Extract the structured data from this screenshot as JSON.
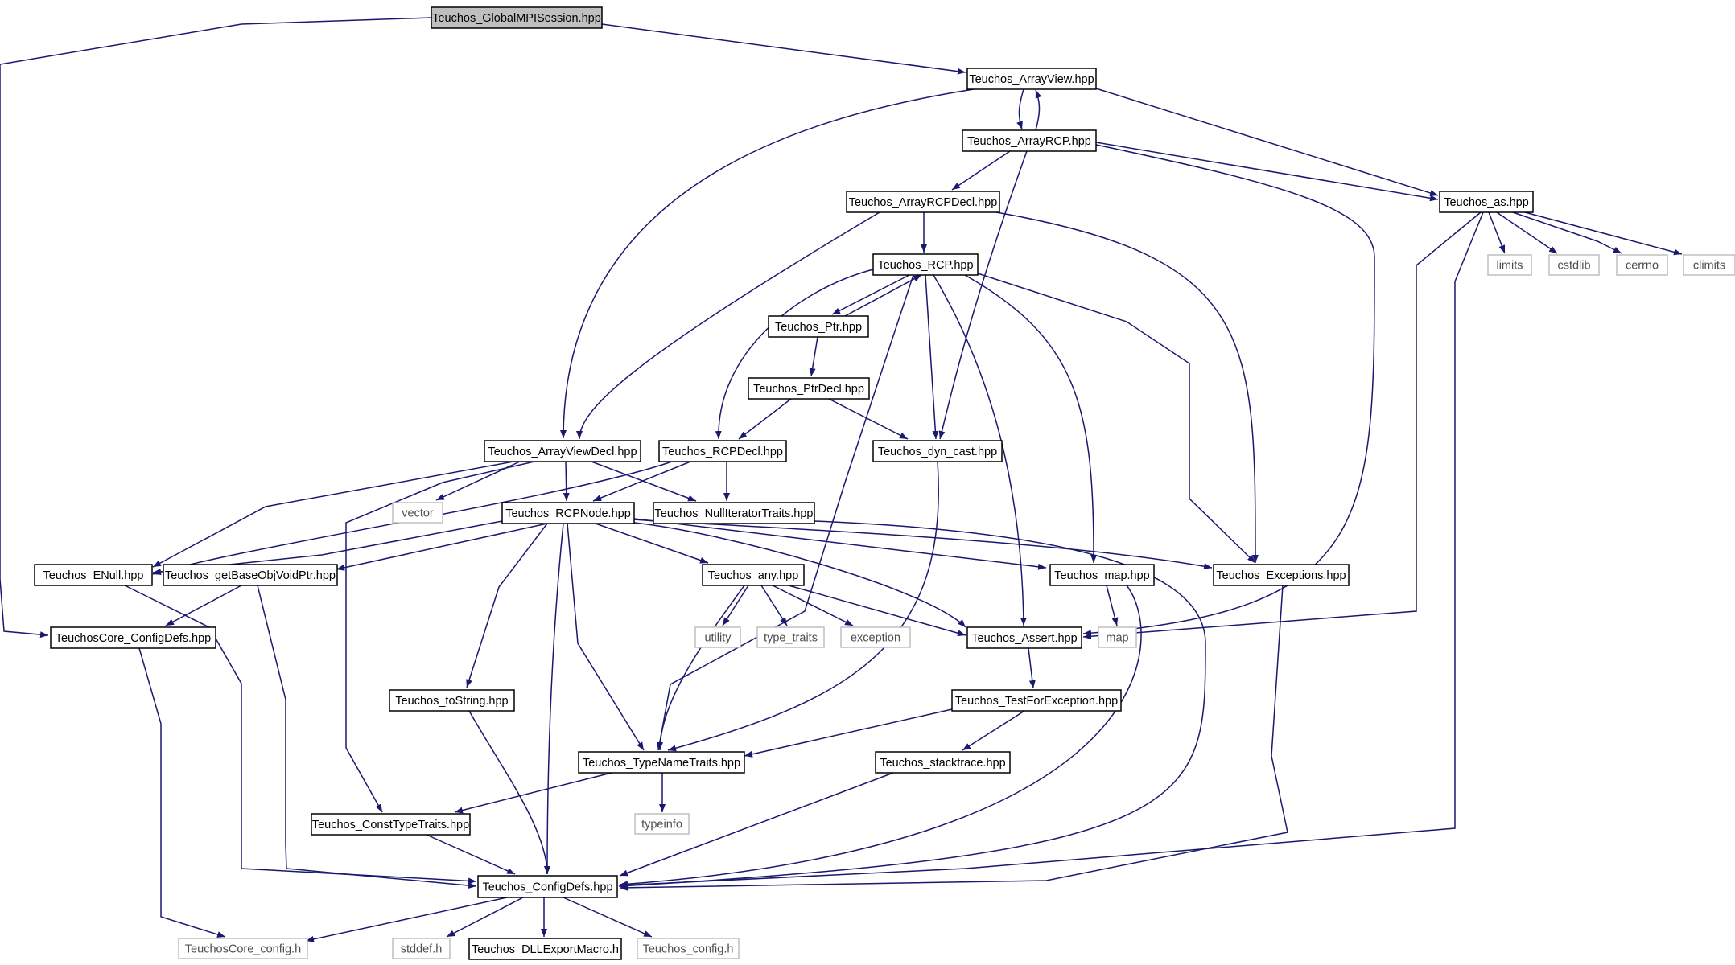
{
  "diagram": {
    "colors": {
      "edge": "#191970",
      "node_border": "#000000",
      "node_fill": "#ffffff",
      "root_fill": "#bfbfbf",
      "external_border": "#bfbfbf",
      "external_text": "#4d4d4d",
      "node_text": "#000000",
      "background": "#ffffff"
    },
    "nodes": [
      {
        "id": "globalmpi",
        "label": "Teuchos_GlobalMPISession.hpp",
        "kind": "root"
      },
      {
        "id": "arrayview",
        "label": "Teuchos_ArrayView.hpp",
        "kind": "file"
      },
      {
        "id": "arrayrcp",
        "label": "Teuchos_ArrayRCP.hpp",
        "kind": "file"
      },
      {
        "id": "as",
        "label": "Teuchos_as.hpp",
        "kind": "file"
      },
      {
        "id": "arrayrcpdecl",
        "label": "Teuchos_ArrayRCPDecl.hpp",
        "kind": "file"
      },
      {
        "id": "limits",
        "label": "limits",
        "kind": "external"
      },
      {
        "id": "cstdlib",
        "label": "cstdlib",
        "kind": "external"
      },
      {
        "id": "cerrno",
        "label": "cerrno",
        "kind": "external"
      },
      {
        "id": "climits",
        "label": "climits",
        "kind": "external"
      },
      {
        "id": "rcp",
        "label": "Teuchos_RCP.hpp",
        "kind": "file"
      },
      {
        "id": "ptr",
        "label": "Teuchos_Ptr.hpp",
        "kind": "file"
      },
      {
        "id": "ptrdecl",
        "label": "Teuchos_PtrDecl.hpp",
        "kind": "file"
      },
      {
        "id": "arrayviewdecl",
        "label": "Teuchos_ArrayViewDecl.hpp",
        "kind": "file"
      },
      {
        "id": "rcpdecl",
        "label": "Teuchos_RCPDecl.hpp",
        "kind": "file"
      },
      {
        "id": "dyncast",
        "label": "Teuchos_dyn_cast.hpp",
        "kind": "file"
      },
      {
        "id": "vector",
        "label": "vector",
        "kind": "external"
      },
      {
        "id": "rcpnode",
        "label": "Teuchos_RCPNode.hpp",
        "kind": "file"
      },
      {
        "id": "nulliter",
        "label": "Teuchos_NullIteratorTraits.hpp",
        "kind": "file"
      },
      {
        "id": "enull",
        "label": "Teuchos_ENull.hpp",
        "kind": "file"
      },
      {
        "id": "getbase",
        "label": "Teuchos_getBaseObjVoidPtr.hpp",
        "kind": "file"
      },
      {
        "id": "any",
        "label": "Teuchos_any.hpp",
        "kind": "file"
      },
      {
        "id": "map",
        "label": "Teuchos_map.hpp",
        "kind": "file"
      },
      {
        "id": "exceptions",
        "label": "Teuchos_Exceptions.hpp",
        "kind": "file"
      },
      {
        "id": "coreconfigdefs",
        "label": "TeuchosCore_ConfigDefs.hpp",
        "kind": "file"
      },
      {
        "id": "utility",
        "label": "utility",
        "kind": "external"
      },
      {
        "id": "typetraits",
        "label": "type_traits",
        "kind": "external"
      },
      {
        "id": "exception",
        "label": "exception",
        "kind": "external"
      },
      {
        "id": "assert",
        "label": "Teuchos_Assert.hpp",
        "kind": "file"
      },
      {
        "id": "mapstd",
        "label": "map",
        "kind": "external"
      },
      {
        "id": "tostring",
        "label": "Teuchos_toString.hpp",
        "kind": "file"
      },
      {
        "id": "testforexc",
        "label": "Teuchos_TestForException.hpp",
        "kind": "file"
      },
      {
        "id": "typenametraits",
        "label": "Teuchos_TypeNameTraits.hpp",
        "kind": "file"
      },
      {
        "id": "stacktrace",
        "label": "Teuchos_stacktrace.hpp",
        "kind": "file"
      },
      {
        "id": "consttypetraits",
        "label": "Teuchos_ConstTypeTraits.hpp",
        "kind": "file"
      },
      {
        "id": "typeinfo",
        "label": "typeinfo",
        "kind": "external"
      },
      {
        "id": "configdefs",
        "label": "Teuchos_ConfigDefs.hpp",
        "kind": "file"
      },
      {
        "id": "coreconfigh",
        "label": "TeuchosCore_config.h",
        "kind": "external"
      },
      {
        "id": "stddef",
        "label": "stddef.h",
        "kind": "external"
      },
      {
        "id": "dllexport",
        "label": "Teuchos_DLLExportMacro.h",
        "kind": "file"
      },
      {
        "id": "configh",
        "label": "Teuchos_config.h",
        "kind": "external"
      }
    ],
    "edges": [
      [
        "globalmpi",
        "arrayview"
      ],
      [
        "globalmpi",
        "coreconfigdefs"
      ],
      [
        "arrayview",
        "arrayrcp"
      ],
      [
        "arrayrcp",
        "arrayview"
      ],
      [
        "arrayview",
        "as"
      ],
      [
        "arrayview",
        "arrayviewdecl"
      ],
      [
        "arrayrcp",
        "as"
      ],
      [
        "arrayrcp",
        "arrayrcpdecl"
      ],
      [
        "arrayrcp",
        "dyncast"
      ],
      [
        "arrayrcp",
        "assert"
      ],
      [
        "as",
        "limits"
      ],
      [
        "as",
        "cstdlib"
      ],
      [
        "as",
        "cerrno"
      ],
      [
        "as",
        "climits"
      ],
      [
        "as",
        "assert"
      ],
      [
        "as",
        "configdefs"
      ],
      [
        "arrayrcpdecl",
        "rcp"
      ],
      [
        "arrayrcpdecl",
        "arrayviewdecl"
      ],
      [
        "arrayrcpdecl",
        "exceptions"
      ],
      [
        "rcp",
        "ptr"
      ],
      [
        "ptr",
        "rcp"
      ],
      [
        "rcp",
        "rcpdecl"
      ],
      [
        "rcp",
        "dyncast"
      ],
      [
        "rcp",
        "typenametraits"
      ],
      [
        "rcp",
        "assert"
      ],
      [
        "rcp",
        "map"
      ],
      [
        "rcp",
        "exceptions"
      ],
      [
        "ptr",
        "ptrdecl"
      ],
      [
        "ptrdecl",
        "rcpdecl"
      ],
      [
        "ptrdecl",
        "dyncast"
      ],
      [
        "arrayviewdecl",
        "vector"
      ],
      [
        "arrayviewdecl",
        "rcpnode"
      ],
      [
        "arrayviewdecl",
        "nulliter"
      ],
      [
        "arrayviewdecl",
        "enull"
      ],
      [
        "arrayviewdecl",
        "consttypetraits"
      ],
      [
        "rcpdecl",
        "rcpnode"
      ],
      [
        "rcpdecl",
        "nulliter"
      ],
      [
        "rcpdecl",
        "enull"
      ],
      [
        "dyncast",
        "typenametraits"
      ],
      [
        "rcpnode",
        "enull"
      ],
      [
        "rcpnode",
        "getbase"
      ],
      [
        "rcpnode",
        "any"
      ],
      [
        "rcpnode",
        "map"
      ],
      [
        "rcpnode",
        "exceptions"
      ],
      [
        "rcpnode",
        "assert"
      ],
      [
        "rcpnode",
        "tostring"
      ],
      [
        "rcpnode",
        "typenametraits"
      ],
      [
        "rcpnode",
        "configdefs"
      ],
      [
        "nulliter",
        "configdefs"
      ],
      [
        "enull",
        "configdefs"
      ],
      [
        "getbase",
        "coreconfigdefs"
      ],
      [
        "getbase",
        "configdefs"
      ],
      [
        "any",
        "utility"
      ],
      [
        "any",
        "typetraits"
      ],
      [
        "any",
        "exception"
      ],
      [
        "any",
        "assert"
      ],
      [
        "any",
        "typenametraits"
      ],
      [
        "map",
        "mapstd"
      ],
      [
        "map",
        "configdefs"
      ],
      [
        "exceptions",
        "configdefs"
      ],
      [
        "coreconfigdefs",
        "coreconfigh"
      ],
      [
        "assert",
        "testforexc"
      ],
      [
        "testforexc",
        "typenametraits"
      ],
      [
        "testforexc",
        "stacktrace"
      ],
      [
        "tostring",
        "configdefs"
      ],
      [
        "stacktrace",
        "configdefs"
      ],
      [
        "typenametraits",
        "consttypetraits"
      ],
      [
        "typenametraits",
        "typeinfo"
      ],
      [
        "consttypetraits",
        "configdefs"
      ],
      [
        "configdefs",
        "coreconfigh"
      ],
      [
        "configdefs",
        "stddef"
      ],
      [
        "configdefs",
        "dllexport"
      ],
      [
        "configdefs",
        "configh"
      ]
    ]
  }
}
